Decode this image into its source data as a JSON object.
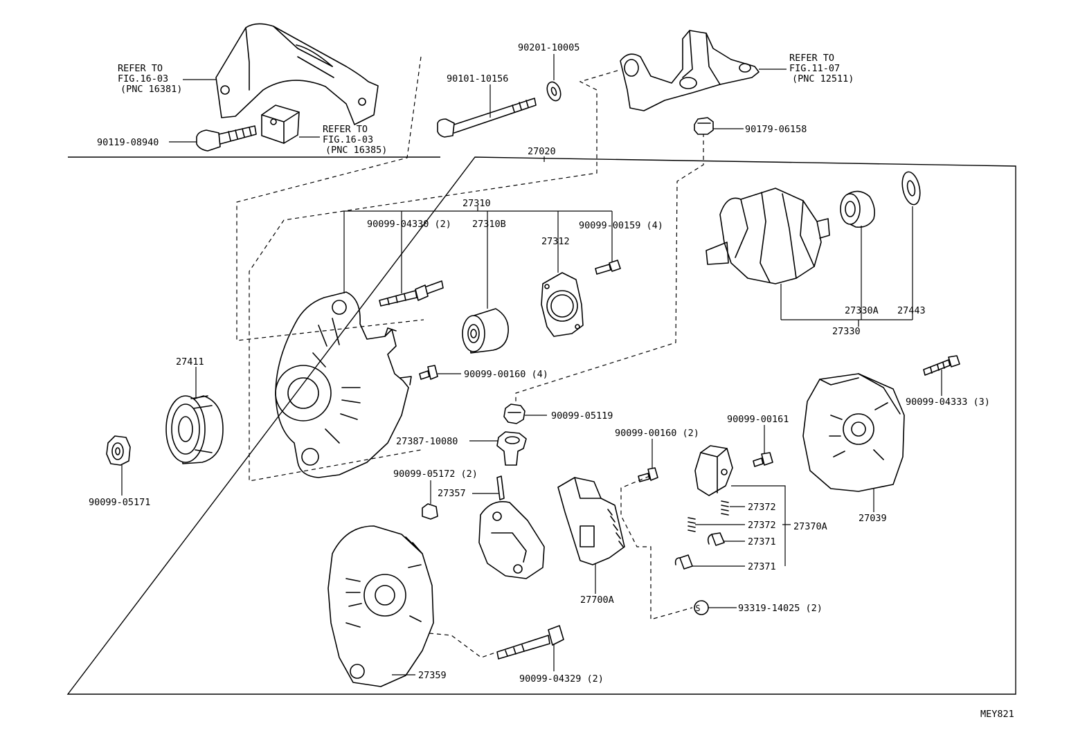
{
  "diagram_code": "MEY821",
  "labels": {
    "ref_bracket": [
      "REFER TO",
      "FIG.16-03",
      "(PNC 16381)"
    ],
    "ref_spacer": [
      "REFER TO",
      "FIG.16-03",
      "(PNC 16385)"
    ],
    "ref_mount": [
      "REFER TO",
      "FIG.11-07",
      "(PNC 12511)"
    ],
    "p90119_08940": "90119-08940",
    "p90101_10156": "90101-10156",
    "p90201_10005": "90201-10005",
    "p90179_06158": "90179-06158",
    "p27020": "27020",
    "p27310": "27310",
    "p90099_04330": "90099-04330 (2)",
    "p27310B": "27310B",
    "p27312": "27312",
    "p90099_00159": "90099-00159 (4)",
    "p27330A": "27330A",
    "p27443": "27443",
    "p27330": "27330",
    "p27411": "27411",
    "p90099_00160_4": "90099-00160 (4)",
    "p90099_04333": "90099-04333 (3)",
    "p90099_05119": "90099-05119",
    "p27387_10080": "27387-10080",
    "p90099_00161": "90099-00161",
    "p90099_00160_2": "90099-00160 (2)",
    "p90099_05171": "90099-05171",
    "p90099_05172": "90099-05172 (2)",
    "p27357": "27357",
    "p27372a": "27372",
    "p27372b": "27372",
    "p27370A": "27370A",
    "p27371a": "27371",
    "p27371b": "27371",
    "p27039": "27039",
    "p27700A": "27700A",
    "p93319_14025": "93319-14025 (2)",
    "s_symbol": "S",
    "p90099_04329": "90099-04329 (2)",
    "p27359": "27359"
  }
}
